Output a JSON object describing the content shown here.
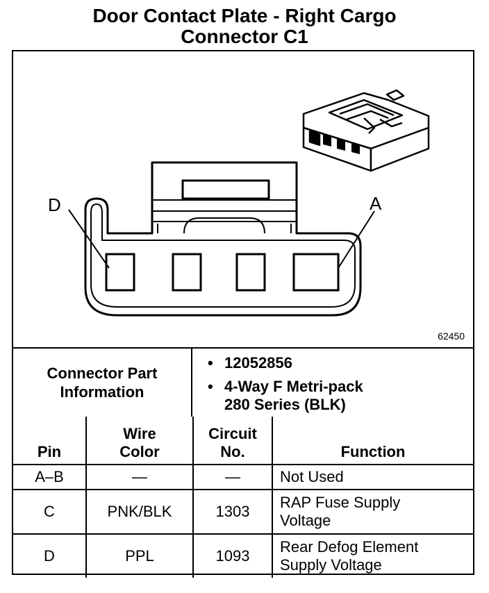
{
  "title": {
    "line1": "Door Contact Plate - Right Cargo",
    "line2": "Connector C1"
  },
  "diagram": {
    "label_left": "D",
    "label_right": "A",
    "figure_number": "62450"
  },
  "connector_info": {
    "label_line1": "Connector Part",
    "label_line2": "Information",
    "bullet": "•",
    "items": [
      "12052856",
      "4-Way F Metri-pack"
    ],
    "item2_continuation": "280 Series (BLK)"
  },
  "table": {
    "headers": {
      "pin": "Pin",
      "wire_color_line1": "Wire",
      "wire_color_line2": "Color",
      "circuit_line1": "Circuit",
      "circuit_line2": "No.",
      "function": "Function"
    },
    "rows": [
      {
        "pin": "A–B",
        "wire": "—",
        "circuit": "—",
        "function_line1": "Not Used",
        "function_line2": ""
      },
      {
        "pin": "C",
        "wire": "PNK/BLK",
        "circuit": "1303",
        "function_line1": "RAP Fuse Supply",
        "function_line2": "Voltage"
      },
      {
        "pin": "D",
        "wire": "PPL",
        "circuit": "1093",
        "function_line1": "Rear Defog Element",
        "function_line2": "Supply Voltage"
      }
    ]
  }
}
